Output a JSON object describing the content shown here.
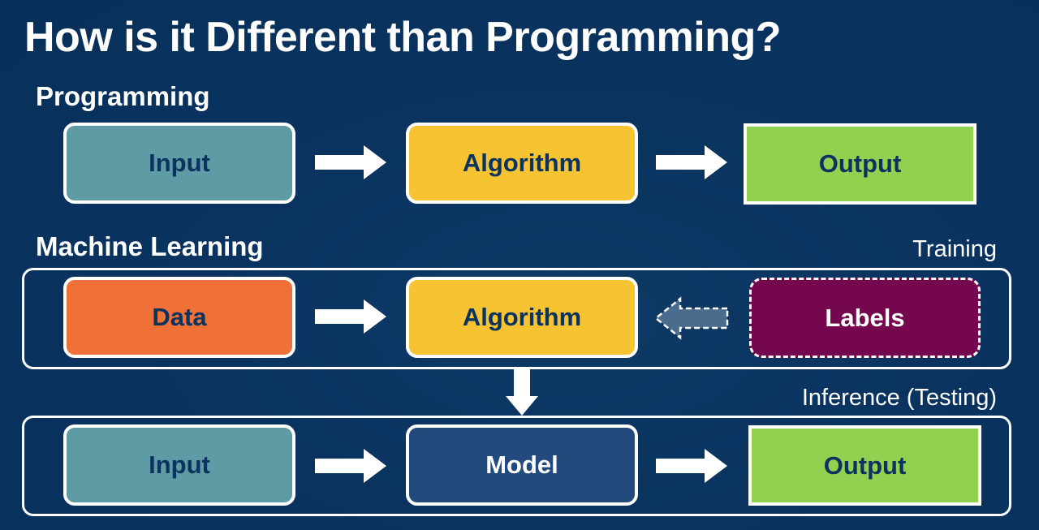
{
  "title": "How is it Different than Programming?",
  "sections": {
    "programming": {
      "label": "Programming",
      "nodes": [
        {
          "label": "Input",
          "color": "#5f9ba5"
        },
        {
          "label": "Algorithm",
          "color": "#f6c332"
        },
        {
          "label": "Output",
          "color": "#92d050"
        }
      ]
    },
    "machine_learning": {
      "label": "Machine Learning",
      "training": {
        "label": "Training",
        "nodes": [
          {
            "label": "Data",
            "color": "#f07138"
          },
          {
            "label": "Algorithm",
            "color": "#f6c332"
          },
          {
            "label": "Labels",
            "color": "#75074f"
          }
        ]
      },
      "inference": {
        "label": "Inference (Testing)",
        "nodes": [
          {
            "label": "Input",
            "color": "#5f9ba5"
          },
          {
            "label": "Model",
            "color": "#234a7c"
          },
          {
            "label": "Output",
            "color": "#92d050"
          }
        ]
      }
    }
  },
  "colors": {
    "background": "#0a3360",
    "node_text_dark": "#0a3360",
    "arrow": "#ffffff",
    "dashed_arrow_fill": "#4a6b8c"
  }
}
